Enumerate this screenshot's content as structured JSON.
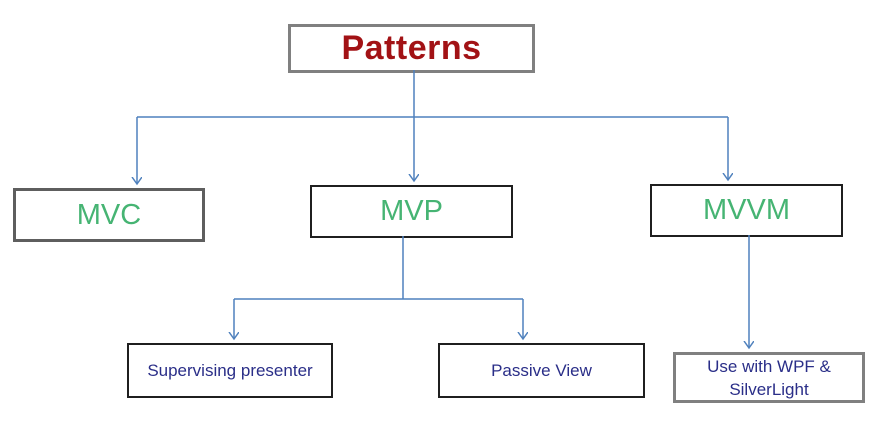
{
  "diagram": {
    "type": "tree",
    "nodes": {
      "patterns": {
        "label": "Patterns",
        "level": 0
      },
      "mvc": {
        "label": "MVC",
        "level": 1
      },
      "mvp": {
        "label": "MVP",
        "level": 1
      },
      "mvvm": {
        "label": "MVVM",
        "level": 1
      },
      "supervising": {
        "label": "Supervising presenter",
        "level": 2
      },
      "passive": {
        "label": "Passive View",
        "level": 2
      },
      "usewpf": {
        "label": "Use with WPF & SilverLight",
        "level": 2
      }
    },
    "edges": [
      {
        "from": "patterns",
        "to": "mvc"
      },
      {
        "from": "patterns",
        "to": "mvp"
      },
      {
        "from": "patterns",
        "to": "mvvm"
      },
      {
        "from": "mvp",
        "to": "supervising"
      },
      {
        "from": "mvp",
        "to": "passive"
      },
      {
        "from": "mvvm",
        "to": "usewpf"
      }
    ]
  },
  "colors": {
    "canvas_bg": "#FFFFFF",
    "connector": "#4F81BD",
    "root_text": "#A21215",
    "level1_text": "#46B473",
    "level2_text": "#2A2E88",
    "border_gray": "#808080",
    "border_mid": "#5E5E5E",
    "border_dark": "#1F1F1F"
  }
}
